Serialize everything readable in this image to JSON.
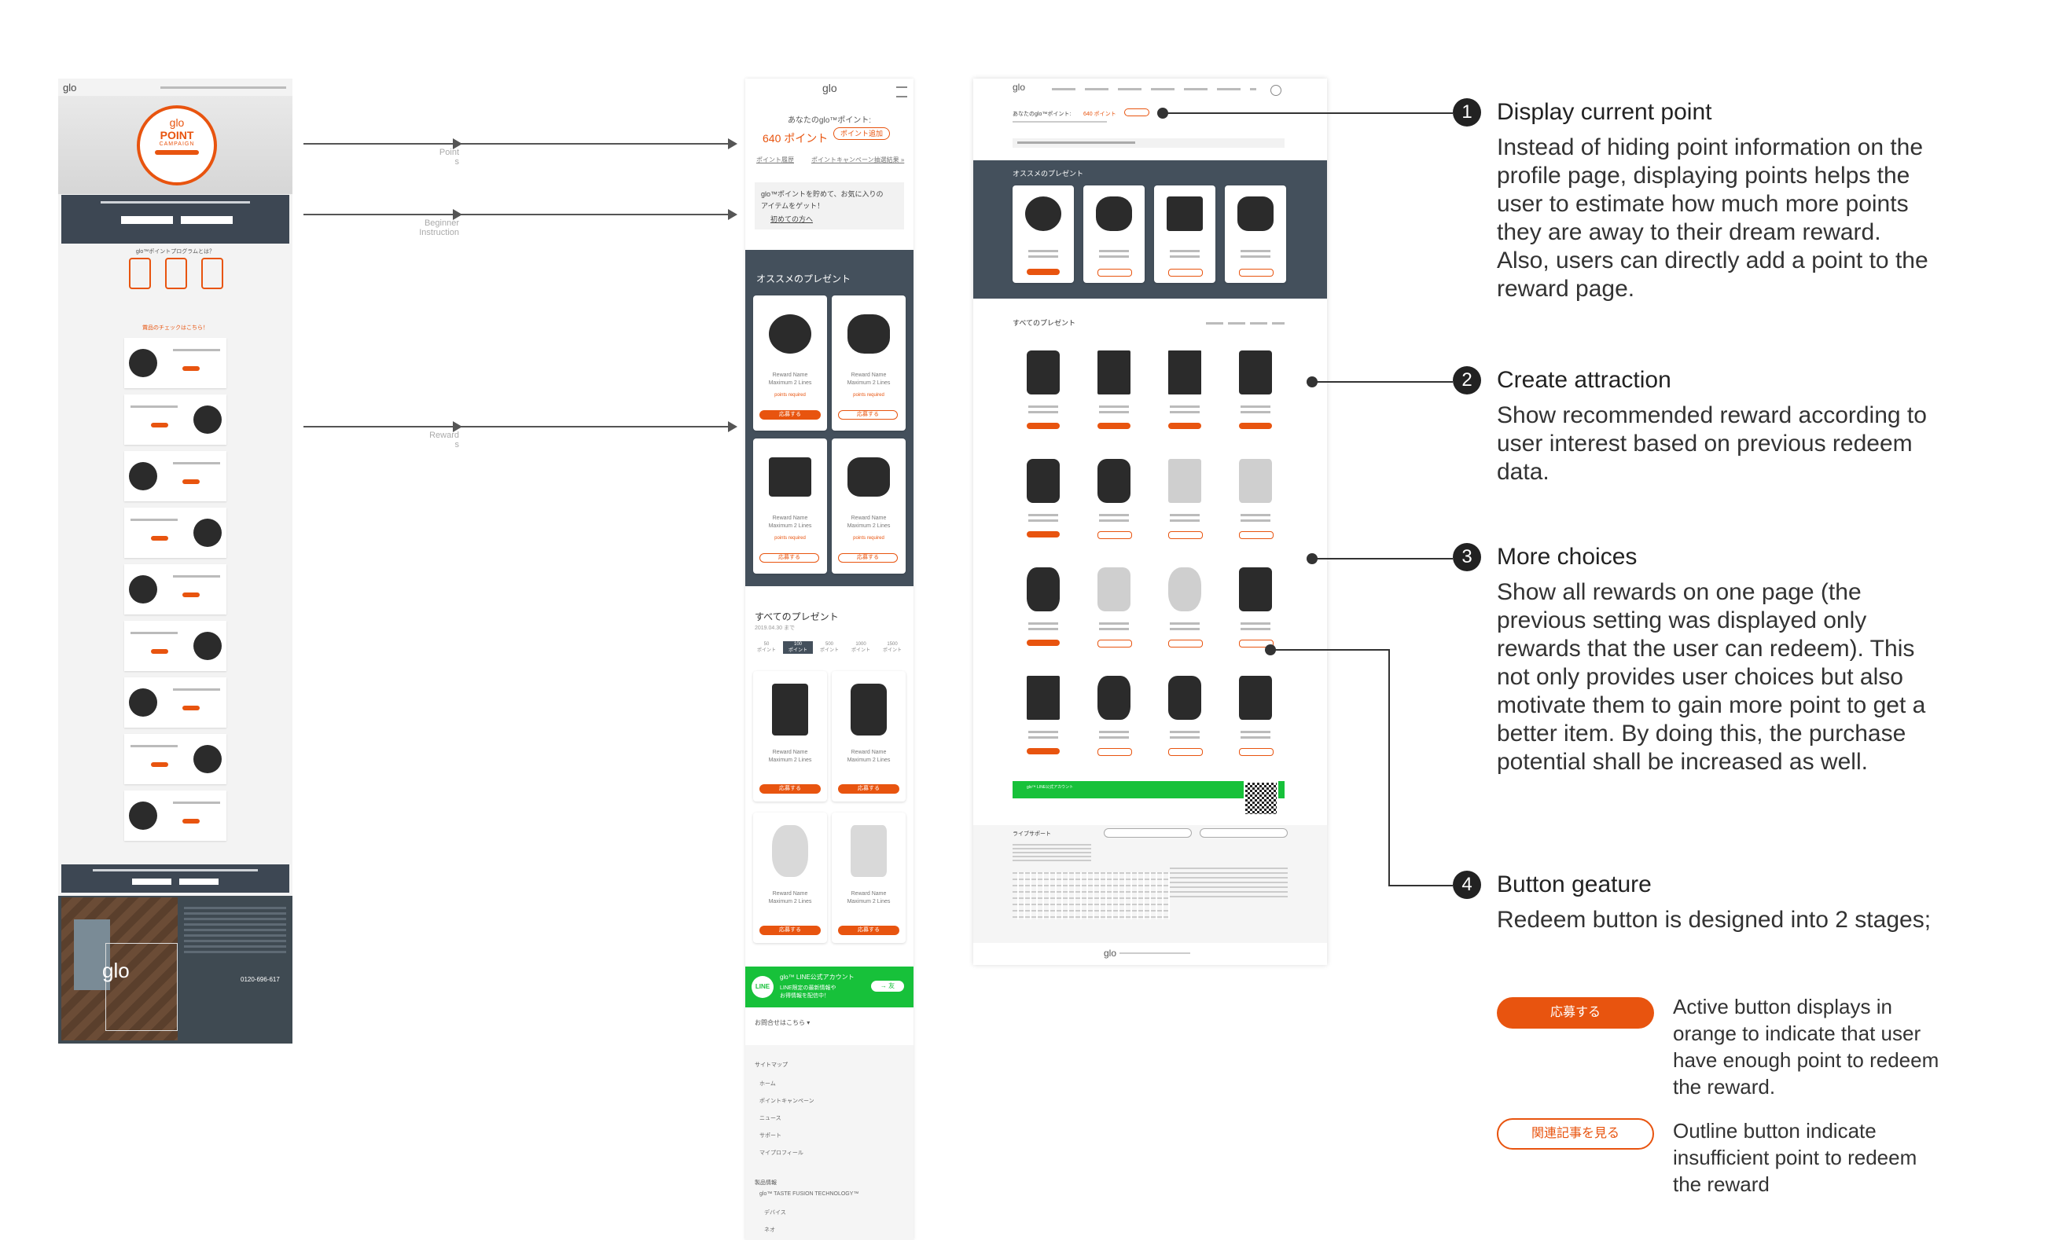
{
  "labels": {
    "point": "Point",
    "point_sub": "s",
    "beginner": "Beginner",
    "beginner_sub": "Instruction",
    "reward": "Reward",
    "reward_sub": "s"
  },
  "left_mockup": {
    "logo": "glo",
    "campaign_line1": "POINT",
    "campaign_line2": "CAMPAIGN",
    "program_title": "glo™ポイントプログラムとは？",
    "products_title": "賞品のチェックはこちら！",
    "phone": "0120-696-617"
  },
  "mobile": {
    "logo": "glo",
    "your_points_label": "あなたのglo™ポイント:",
    "points": "640 ポイント",
    "add_point": "ポイント追加",
    "history": "ポイント履歴",
    "results": "ポイントキャンペーン抽選結果 »",
    "beginner_text_1": "glo™ポイントを貯めて、お気に入りの",
    "beginner_text_2": "アイテムをゲット！",
    "beginner_link": "初めての方へ",
    "recommended_title": "オススメのプレゼント",
    "reward_name": "Reward Name",
    "reward_sub": "Maximum 2 Lines",
    "points_required": "points required",
    "redeem": "応募する",
    "all_title": "すべてのプレゼント",
    "all_date": "2019.04.30 まで",
    "filter_tabs": [
      "50",
      "100",
      "500",
      "1000",
      "1500"
    ],
    "filter_unit": "ポイント",
    "line_title": "glo™ LINE公式アカウント",
    "line_text_1": "LINE限定の最新情報や",
    "line_text_2": "お得情報を配信中！",
    "line_button": "→ 友",
    "contact": "お問合せはこちら ▾",
    "sitemap": "サイトマップ",
    "sitemap_items": [
      "ホーム",
      "ポイントキャンペーン",
      "ニュース",
      "サポート",
      "マイプロフィール"
    ],
    "product_info": "製品情報",
    "product_items": [
      "glo™ TASTE FUSION TECHNOLOGY™",
      "デバイス",
      "ネオ"
    ]
  },
  "desktop": {
    "logo": "glo",
    "your_points_label": "あなたのglo™ポイント:",
    "points": "640 ポイント",
    "recommended_title": "オススメのプレゼント",
    "all_title": "すべてのプレゼント",
    "support_title": "ライブサポート",
    "line_text": "glo™ LINE公式アカウント"
  },
  "annotations": [
    {
      "num": "1",
      "title": "Display current point",
      "body": [
        "Instead of hiding point information on the",
        "profile page, displaying points helps the",
        "user to estimate how much more points",
        "they are away to their dream reward.",
        "Also, users can directly add a point to the",
        "reward page."
      ]
    },
    {
      "num": "2",
      "title": "Create attraction",
      "body": [
        "Show recommended reward according to",
        "user interest based on previous redeem",
        "data."
      ]
    },
    {
      "num": "3",
      "title": "More choices",
      "body": [
        "Show all rewards on one page (the",
        "previous setting was displayed only",
        "rewards that the user can redeem). This",
        "not only provides user choices but also",
        "motivate them to gain more point to get a",
        "better item. By doing this, the purchase",
        "potential shall be increased as well."
      ]
    },
    {
      "num": "4",
      "title": "Button geature",
      "body": [
        "Redeem button is designed into 2 stages;"
      ]
    }
  ],
  "buttons": {
    "active_label": "応募する",
    "active_desc": [
      "Active button displays in",
      "orange to indicate that user",
      "have enough point to redeem",
      "the reward."
    ],
    "outline_label": "関連記事を見る",
    "outline_desc": [
      "Outline button indicate",
      "insufficient point to redeem",
      "the reward"
    ]
  },
  "colors": {
    "accent": "#e8540f",
    "dark_panel": "#44505c",
    "line_green": "#17c13a"
  }
}
